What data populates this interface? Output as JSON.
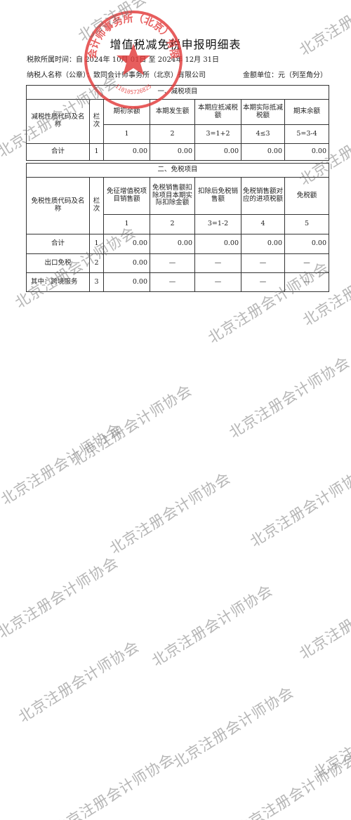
{
  "document": {
    "title": "增值税减免税申报明细表",
    "period": "税款所属时间：自 2024年 10月 01日 至 2024年 12月 31日",
    "taxpayer": "纳税人名称（公章）：致同会计师事务所（北京）有限公司",
    "unit": "金额单位：元（列至角分）"
  },
  "reduction": {
    "section_title": "一、减税项目",
    "headers": {
      "name": "减税性质代码及名称",
      "line": "栏次",
      "c1": "期初余额",
      "c2": "本期发生额",
      "c3": "本期应抵减税额",
      "c4": "本期实际抵减税额",
      "c5": "期末余额"
    },
    "col_numbers": [
      "1",
      "2",
      "3=1+2",
      "4≤3",
      "5=3-4"
    ],
    "rows": [
      {
        "name": "合计",
        "line": "1",
        "v1": "0.00",
        "v2": "0.00",
        "v3": "0.00",
        "v4": "0.00",
        "v5": "0.00"
      }
    ]
  },
  "exemption": {
    "section_title": "二、免税项目",
    "headers": {
      "name": "免税性质代码及名称",
      "line": "栏次",
      "c1": "免征增值税项目销售额",
      "c2": "免税销售额扣除项目本期实际扣除金额",
      "c3": "扣除后免税销售额",
      "c4": "免税销售额对应的进项税额",
      "c5": "免税额"
    },
    "col_numbers": [
      "1",
      "2",
      "3=1-2",
      "4",
      "5"
    ],
    "rows": [
      {
        "name": "合计",
        "line": "1",
        "v1": "0.00",
        "v2": "0.00",
        "v3": "0.00",
        "v4": "0.00",
        "v5": "0.00"
      },
      {
        "name": "出口免税",
        "line": "2",
        "v1": "0.00",
        "v2": "—",
        "v3": "—",
        "v4": "—",
        "v5": "—"
      },
      {
        "name": "其中：跨境服务",
        "line": "3",
        "v1": "0.00",
        "v2": "—",
        "v3": "—",
        "v4": "—",
        "v5": "—"
      }
    ]
  },
  "seal": {
    "text": "致同会计师事务所（北京）有限公司",
    "code": "110105726825",
    "color": "#e23a3a"
  },
  "watermark": {
    "text": "北京注册会计师协会",
    "color": "#8a8a8a"
  }
}
